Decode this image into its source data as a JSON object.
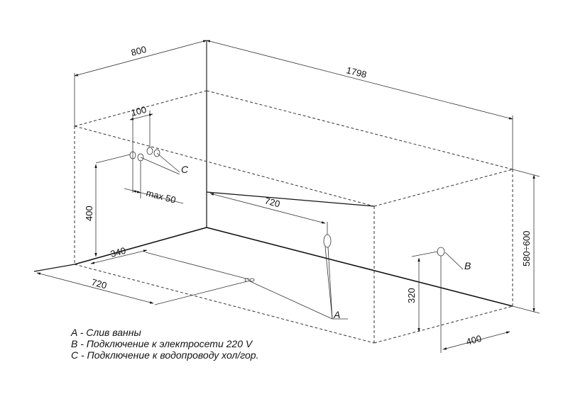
{
  "dimensions": {
    "width_top": "800",
    "length_top": "1798",
    "pipe_spacing": "100",
    "pipe_offset": "max 50",
    "height_supply": "400",
    "drain_x": "720",
    "floor_340": "340",
    "floor_720": "720",
    "height_total": "580÷600",
    "height_electric": "320",
    "electric_offset": "400"
  },
  "markers": {
    "a": "A",
    "b": "B",
    "c": "C"
  },
  "legend": [
    "A - Слив ванны",
    "B - Подключение к электросети 220 V",
    "C - Подключение к водопроводу хол/гор."
  ]
}
